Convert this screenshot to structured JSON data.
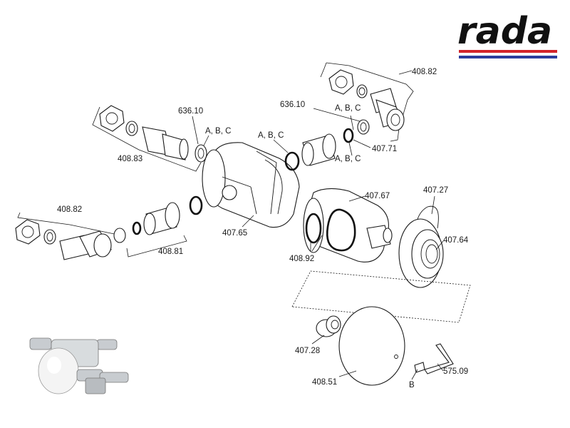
{
  "brand": {
    "name": "rada",
    "stripe_red": "#d2232a",
    "stripe_blue": "#2c3e9e"
  },
  "labels": {
    "p408_82_top": "408.82",
    "p636_10_left": "636.10",
    "abc_left": "A, B, C",
    "p408_83": "408.83",
    "p636_10_right": "636.10",
    "abc_right_top": "A, B, C",
    "abc_center": "A, B, C",
    "p407_71": "407.71",
    "abc_right_bottom": "A, B, C",
    "p407_67": "407.67",
    "p407_27": "407.27",
    "p408_82_left": "408.82",
    "p408_81": "408.81",
    "p407_65": "407.65",
    "p408_92": "408.92",
    "p407_64": "407.64",
    "p407_28": "407.28",
    "p408_51": "408.51",
    "b": "B",
    "p575_09": "575.09"
  }
}
